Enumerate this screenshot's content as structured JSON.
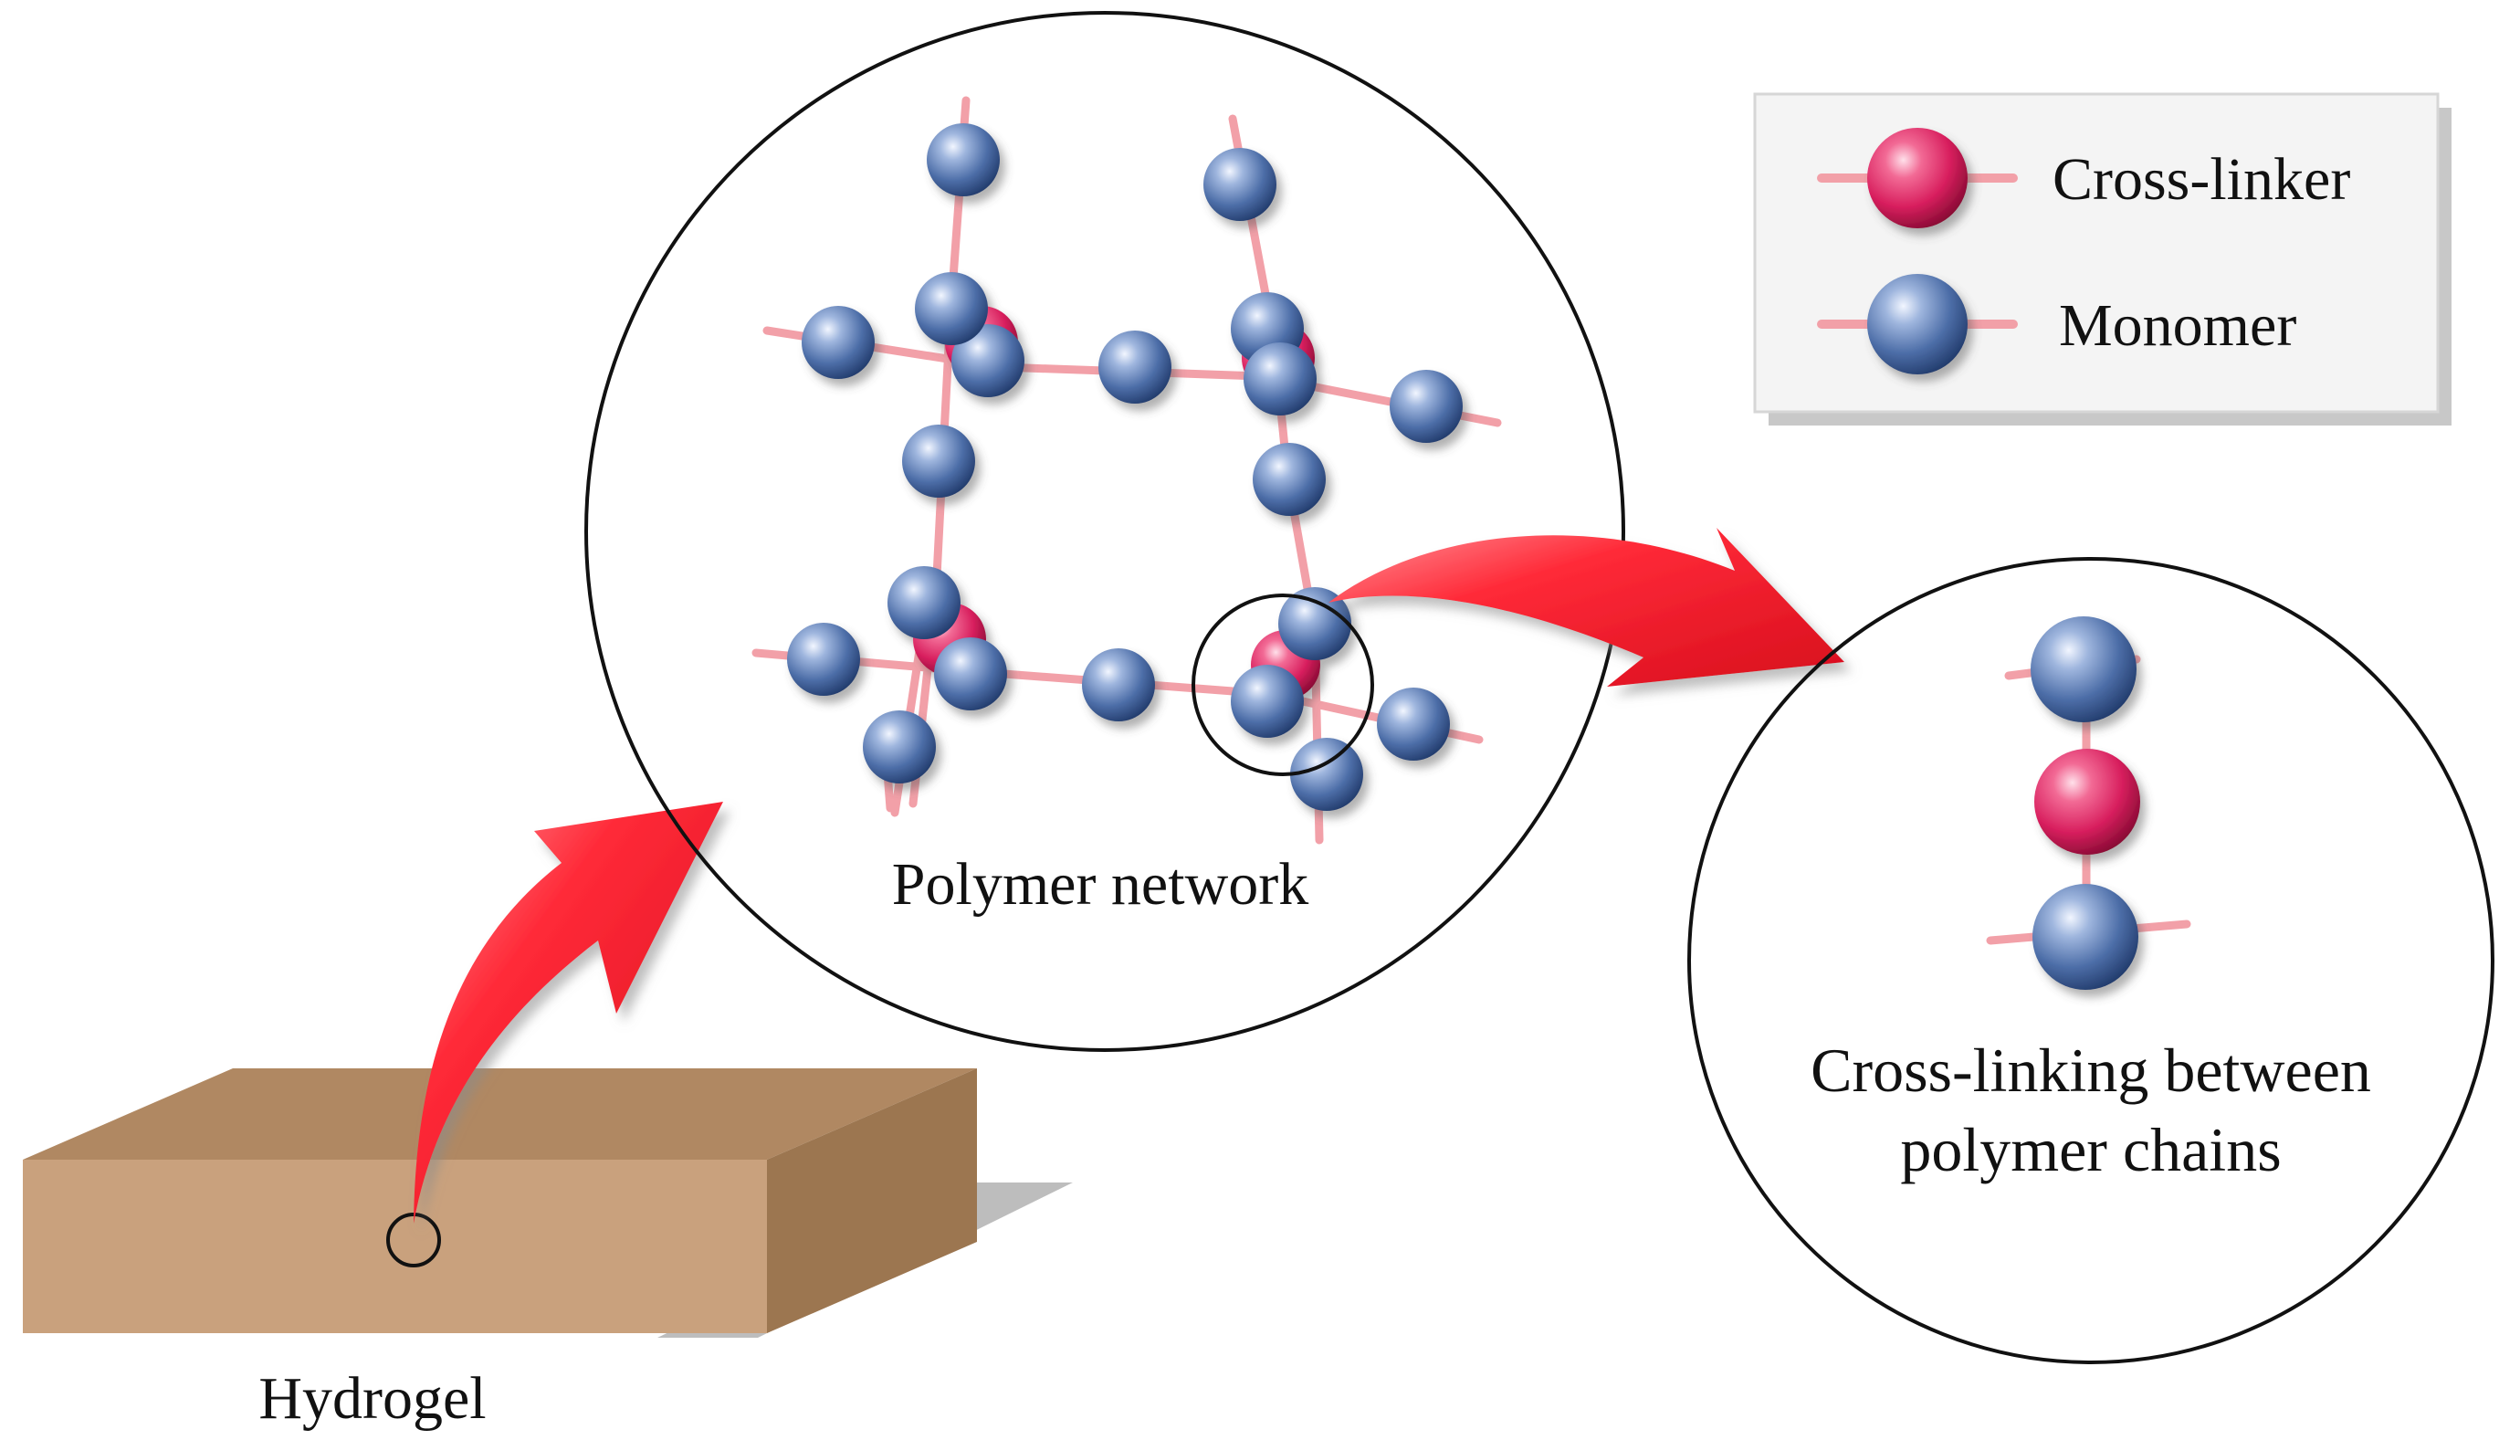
{
  "labels": {
    "hydrogel": "Hydrogel",
    "polymer_network": "Polymer network",
    "cross_linking_line1": "Cross-linking between",
    "cross_linking_line2": "polymer chains"
  },
  "legend": {
    "cross_linker": "Cross-linker",
    "monomer": "Monomer"
  },
  "colors": {
    "monomer": "#4d6ea8",
    "cross_linker": "#d81f5e",
    "bond": "#f2a0a8",
    "arrow": "#f01828",
    "hydrogel_front": "#c9a17d",
    "hydrogel_top": "#b08862",
    "hydrogel_side": "#9c7650",
    "shadow": "#bdbdbd"
  }
}
